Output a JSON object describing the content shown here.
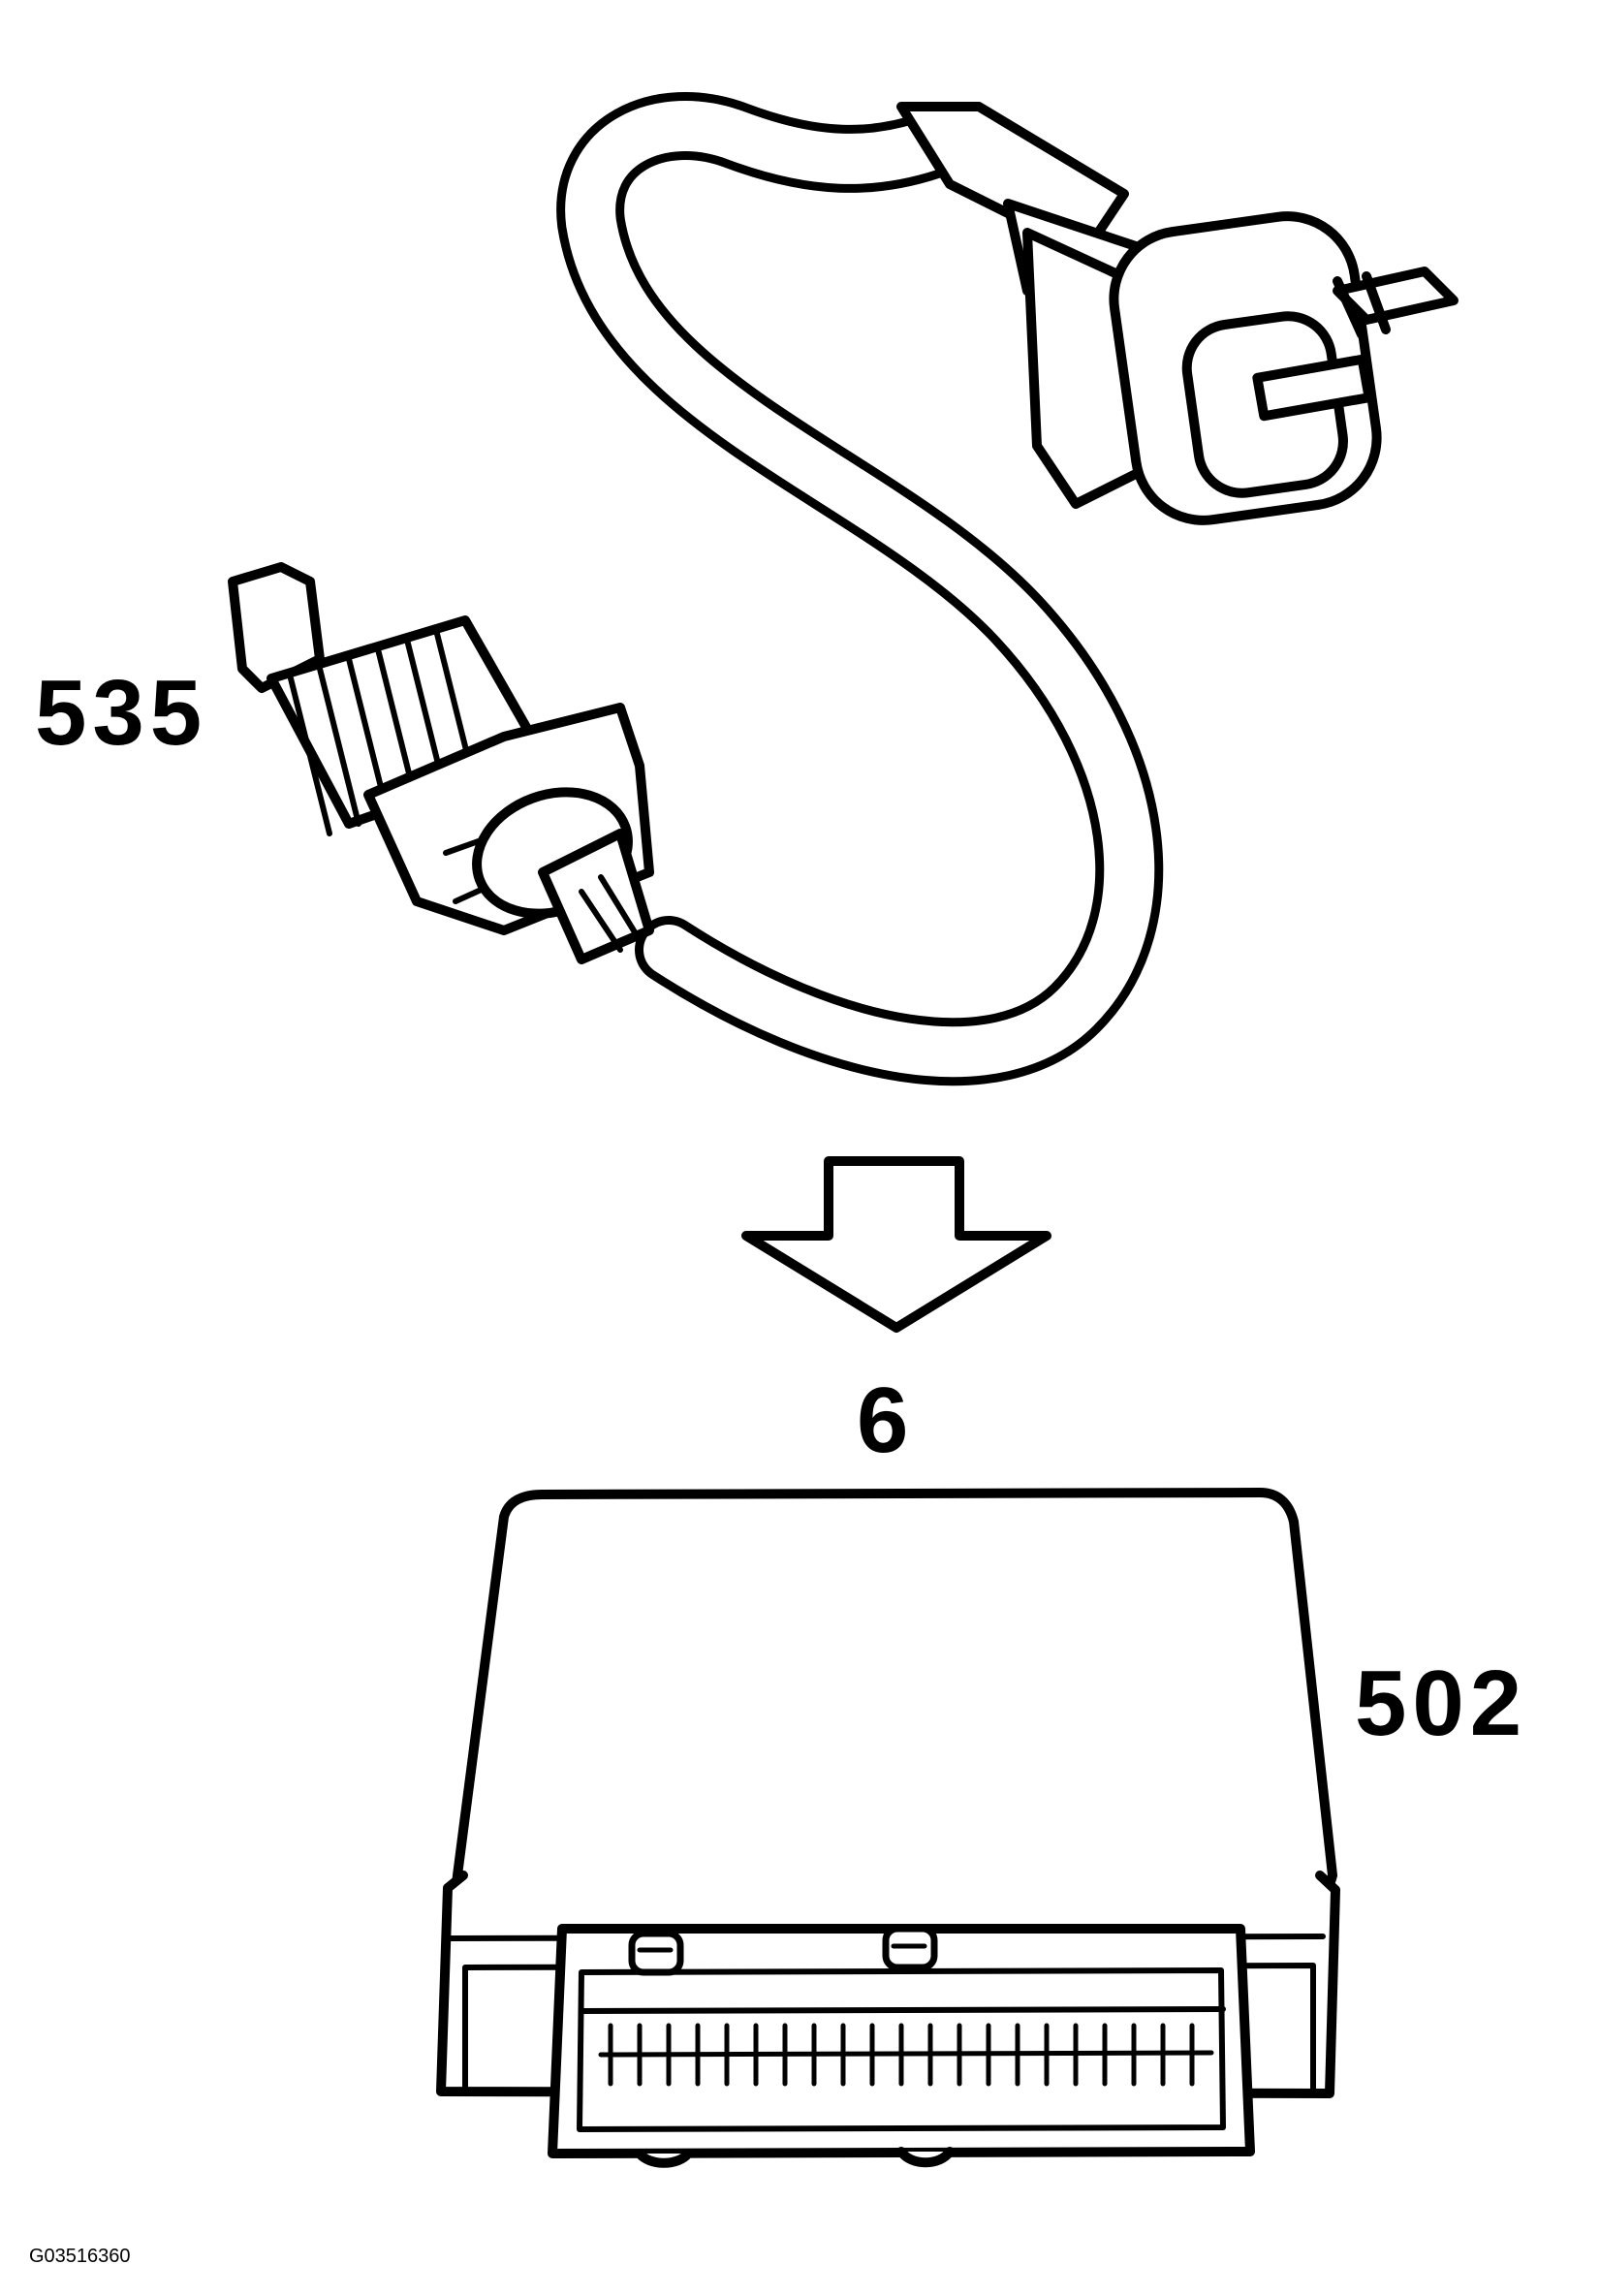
{
  "labels": {
    "sensor": "535",
    "step": "6",
    "module": "502",
    "figure_id": "G03516360"
  },
  "colors": {
    "line": "#000000",
    "background": "#ffffff"
  }
}
